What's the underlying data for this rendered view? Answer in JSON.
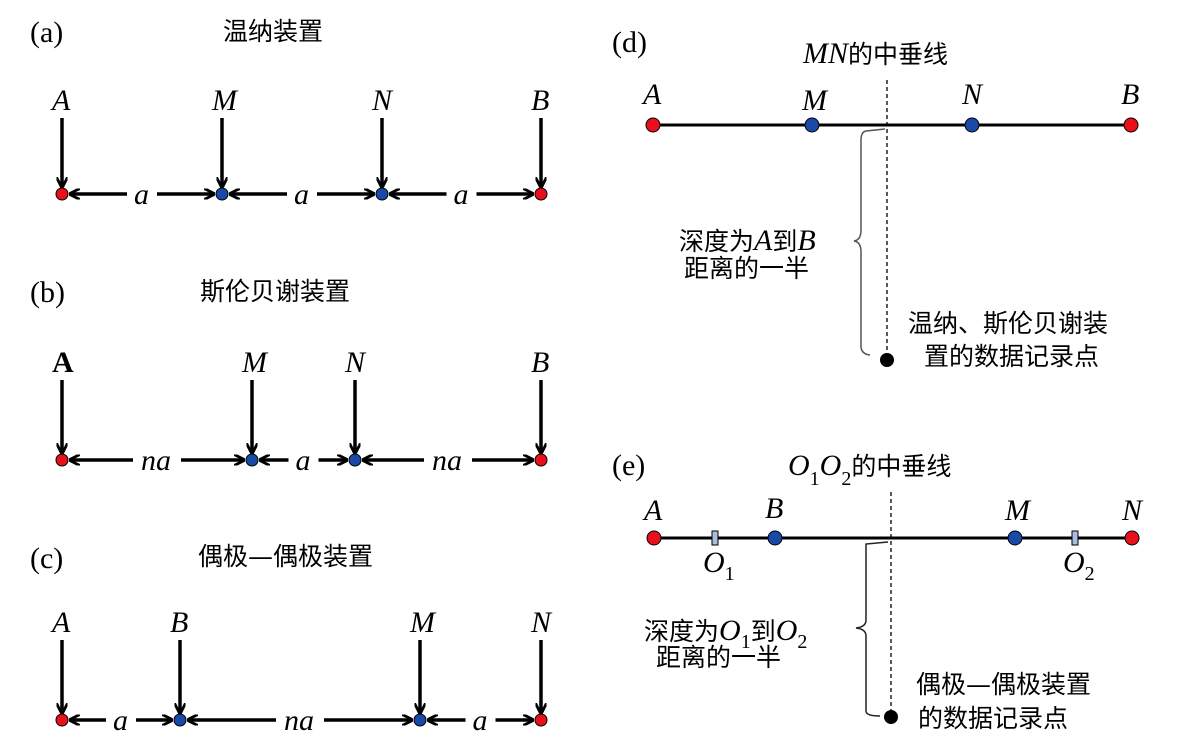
{
  "colors": {
    "current_electrode": "#e8101a",
    "potential_electrode": "#1a4aa8",
    "record_point": "#000000",
    "dipole_center": "#a9bde0"
  },
  "panels": {
    "a": {
      "tag": "(a)",
      "title": "温纳装置",
      "electrodes": [
        "A",
        "M",
        "N",
        "B"
      ],
      "spacings": [
        "a",
        "a",
        "a"
      ]
    },
    "b": {
      "tag": "(b)",
      "title": "斯伦贝谢装置",
      "electrodes": [
        "A",
        "M",
        "N",
        "B"
      ],
      "spacings": [
        "na",
        "a",
        "na"
      ]
    },
    "c": {
      "tag": "(c)",
      "title": "偶极—偶极装置",
      "electrodes": [
        "A",
        "B",
        "M",
        "N"
      ],
      "spacings": [
        "a",
        "na",
        "a"
      ]
    },
    "d": {
      "tag": "(d)",
      "title_italic": "MN",
      "title_rest": "的中垂线",
      "electrodes": [
        "A",
        "M",
        "N",
        "B"
      ],
      "depth_note_line1_a": "深度为",
      "depth_note_line1_b": "A",
      "depth_note_line1_c": "到",
      "depth_note_line1_d": "B",
      "depth_note_line2": "距离的一半",
      "record_line1": "温纳、斯伦贝谢装",
      "record_line2": "置的数据记录点"
    },
    "e": {
      "tag": "(e)",
      "title_o": "O",
      "title_sub1": "1",
      "title_sub2": "2",
      "title_rest": "的中垂线",
      "electrodes": [
        "A",
        "B",
        "M",
        "N"
      ],
      "centers": [
        "O",
        "O"
      ],
      "center_subs": [
        "1",
        "2"
      ],
      "depth_note_line1_a": "深度为",
      "depth_note_line1_b": "到",
      "depth_note_line2": "距离的一半",
      "record_line1": "偶极—偶极装置",
      "record_line2": "的数据记录点"
    }
  }
}
